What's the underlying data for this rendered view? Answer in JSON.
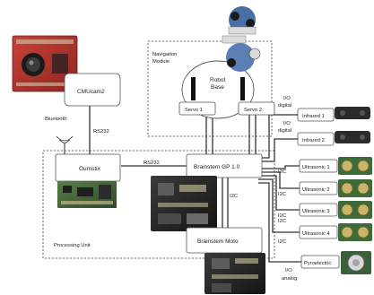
{
  "regions": {
    "navigation": {
      "line1": "Navigation",
      "line2": "Module"
    },
    "processing": {
      "label": "Processing Unit"
    }
  },
  "nodes": {
    "cmucam": "CMUcam2",
    "gumstix": "Gumstix",
    "brainstem_gp": "Brainstem GP 1.0",
    "brainstem_moto": "Brainstem Moto",
    "robot_base": {
      "line1": "Robot",
      "line2": "Base"
    },
    "servo1": "Servo 1",
    "servo2": "Servo 2"
  },
  "sensors": {
    "infrared1": "Infrared 1",
    "infrared2": "Infrared 2",
    "ultrasonic1": "Ultrasonic 1",
    "ultrasonic2": "Ultrasonic 2",
    "ultrasonic3": "Ultrasonic 3",
    "ultrasonic4": "Ultrasonic 4",
    "pyroelectric": "Pyroelectric"
  },
  "links": {
    "bluetooth": "Bluetooth",
    "rs232_cam": "RS232",
    "rs232_gp": "RS232",
    "i2c_moto": "I2C",
    "io_digital_1": {
      "line1": "I/O",
      "line2": "digital"
    },
    "io_digital_2": {
      "line1": "I/O",
      "line2": "digital"
    },
    "i2c_us1": "I2C",
    "i2c_us2": "I2C",
    "i2c_us3": "I2C",
    "i2c_us4": "I2C",
    "i2c_pyro": "I2C",
    "io_analog": {
      "line1": "I/O",
      "line2": "analog"
    }
  }
}
